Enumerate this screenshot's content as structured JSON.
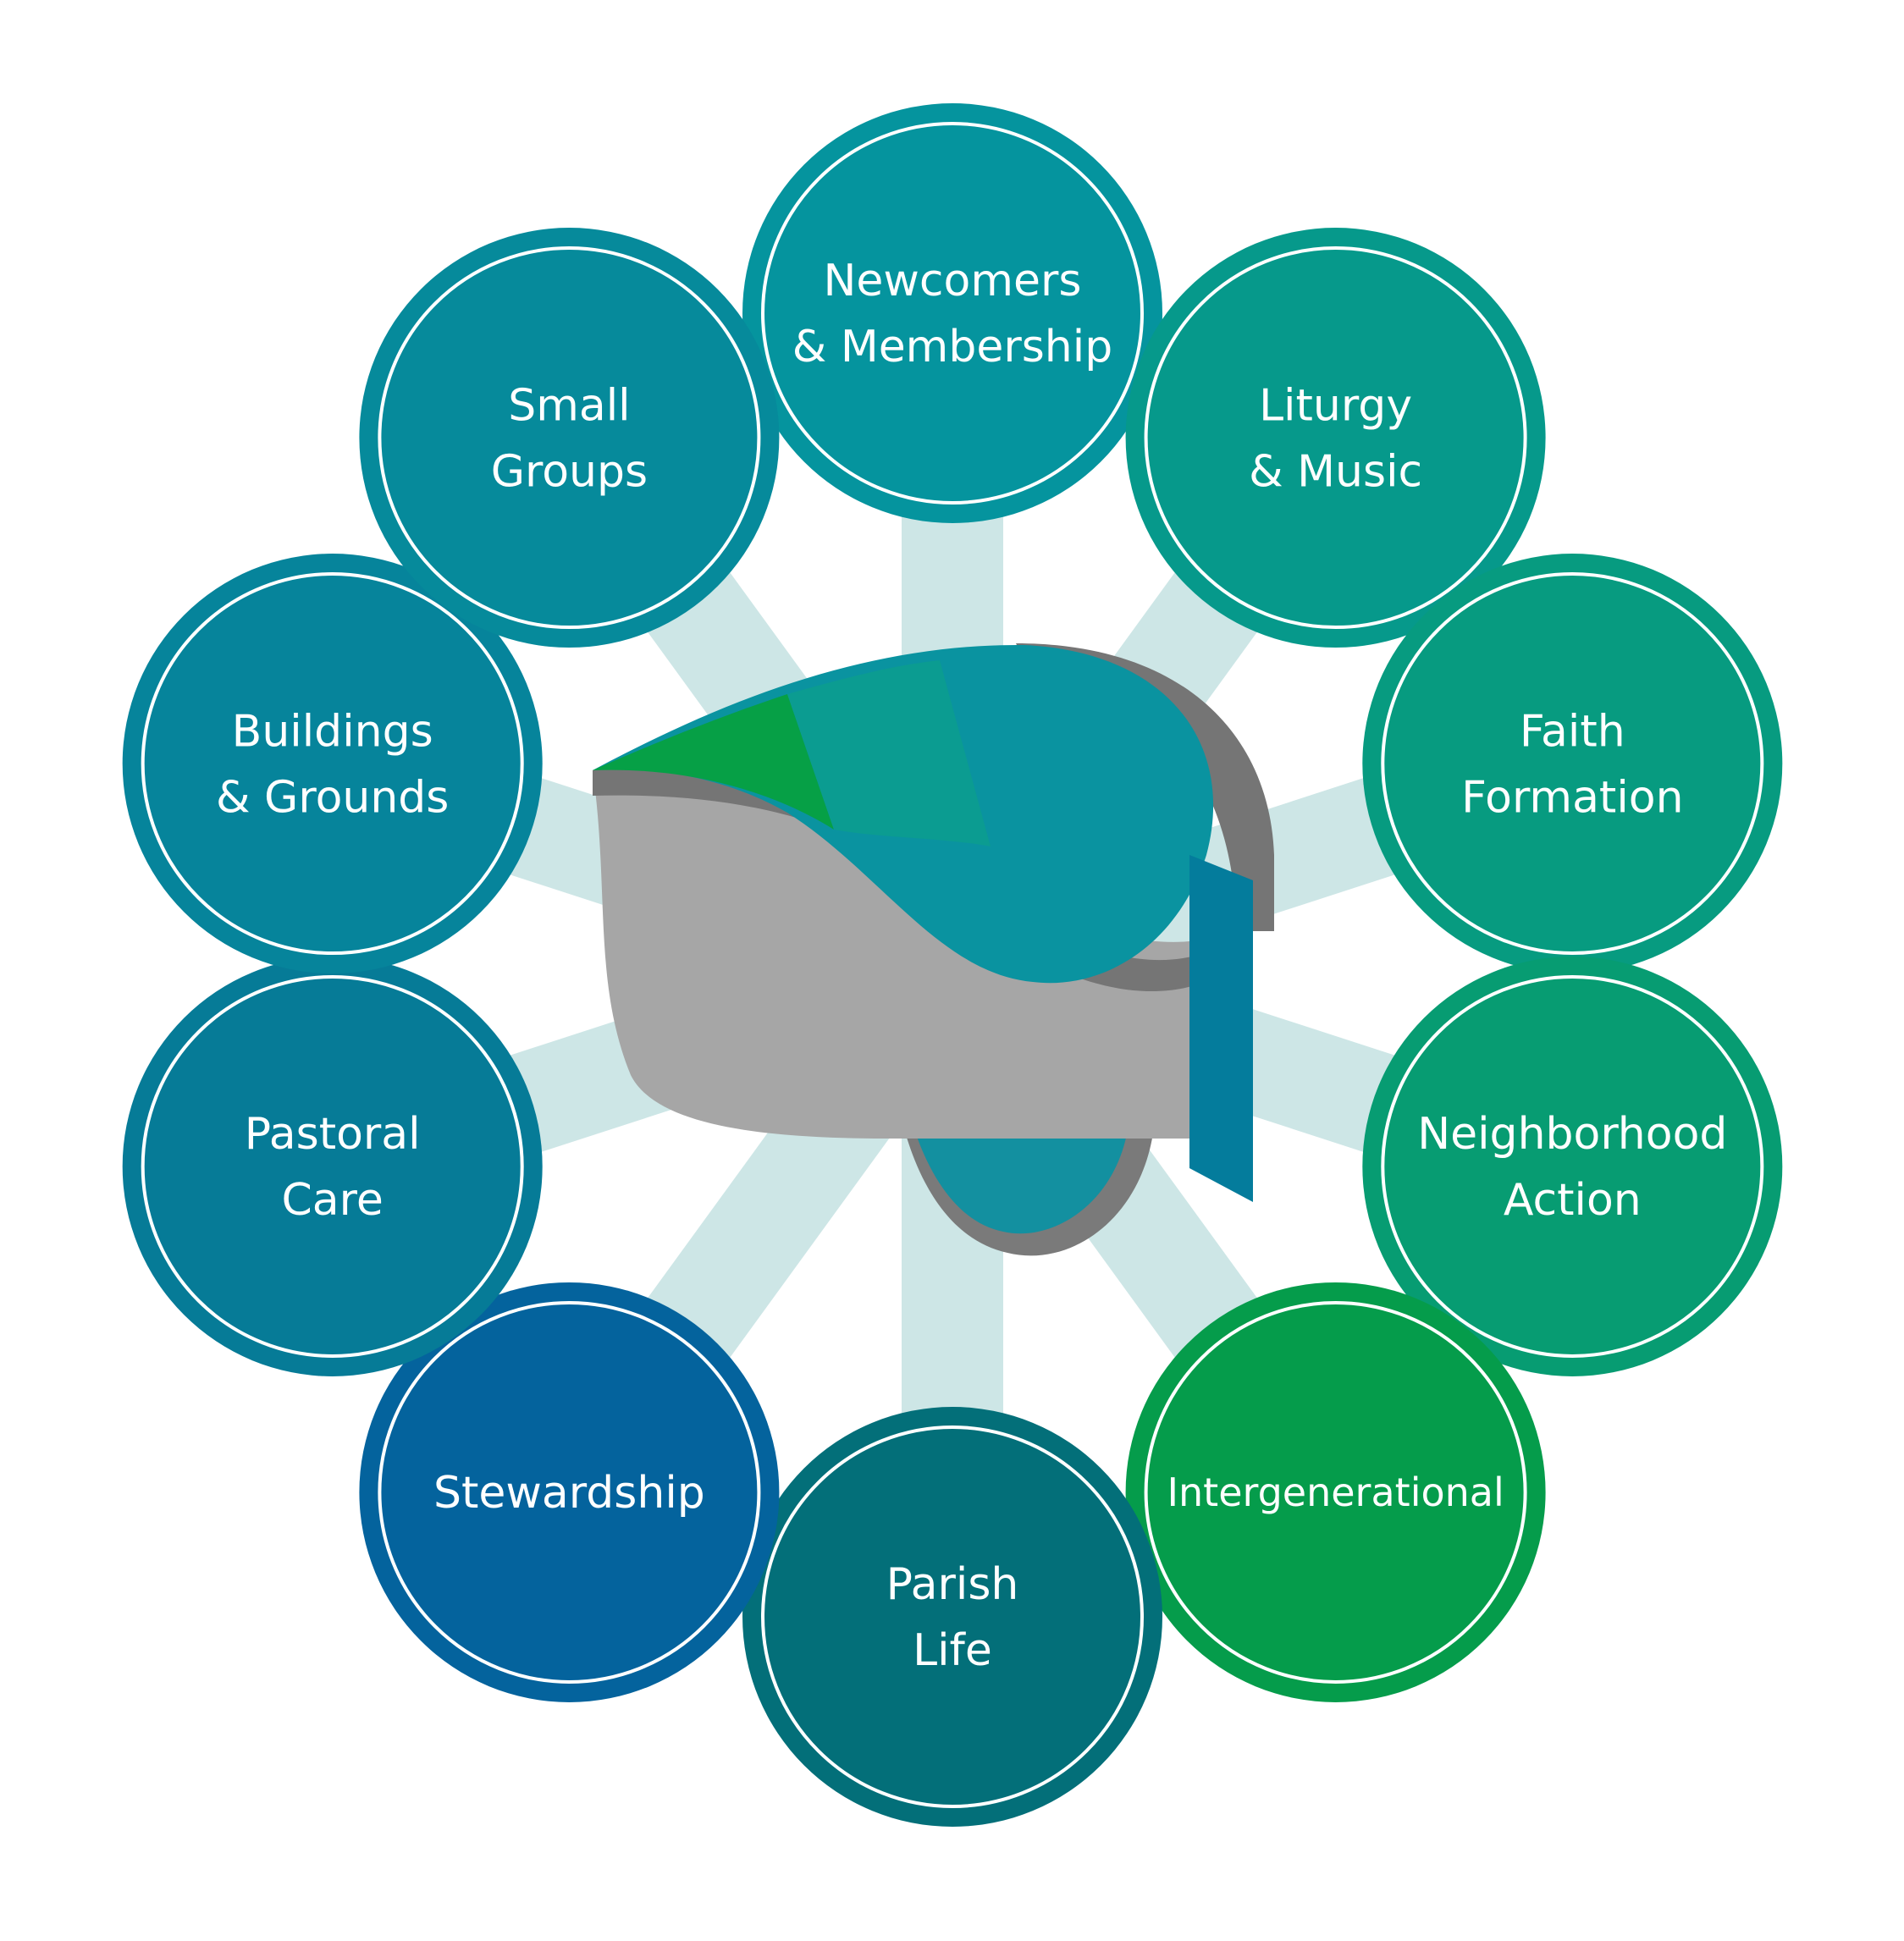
{
  "diagram": {
    "center_logo": {
      "icon": "three-dimensional-ribbon-logo"
    },
    "nodes": [
      {
        "id": "newcomers",
        "lines": [
          "Newcomers",
          "& Membership"
        ],
        "color": "#05949e"
      },
      {
        "id": "liturgy",
        "lines": [
          "Liturgy",
          "& Music"
        ],
        "color": "#06998b"
      },
      {
        "id": "faith",
        "lines": [
          "Faith",
          "Formation"
        ],
        "color": "#079b80"
      },
      {
        "id": "neighborhood",
        "lines": [
          "Neighborhood",
          "Action"
        ],
        "color": "#079c72"
      },
      {
        "id": "intergenerational",
        "lines": [
          "Intergenerational"
        ],
        "color": "#059c4b"
      },
      {
        "id": "parish",
        "lines": [
          "Parish",
          "Life"
        ],
        "color": "#036f79"
      },
      {
        "id": "stewardship",
        "lines": [
          "Stewardship"
        ],
        "color": "#04639d"
      },
      {
        "id": "pastoral",
        "lines": [
          "Pastoral",
          "Care"
        ],
        "color": "#067b97"
      },
      {
        "id": "buildings",
        "lines": [
          "Buildings",
          "& Grounds"
        ],
        "color": "#06849b"
      },
      {
        "id": "small-groups",
        "lines": [
          "Small",
          "Groups"
        ],
        "color": "#068a9b"
      }
    ],
    "spoke_color": "#cde6e6",
    "ring_color": "#ffffff"
  }
}
